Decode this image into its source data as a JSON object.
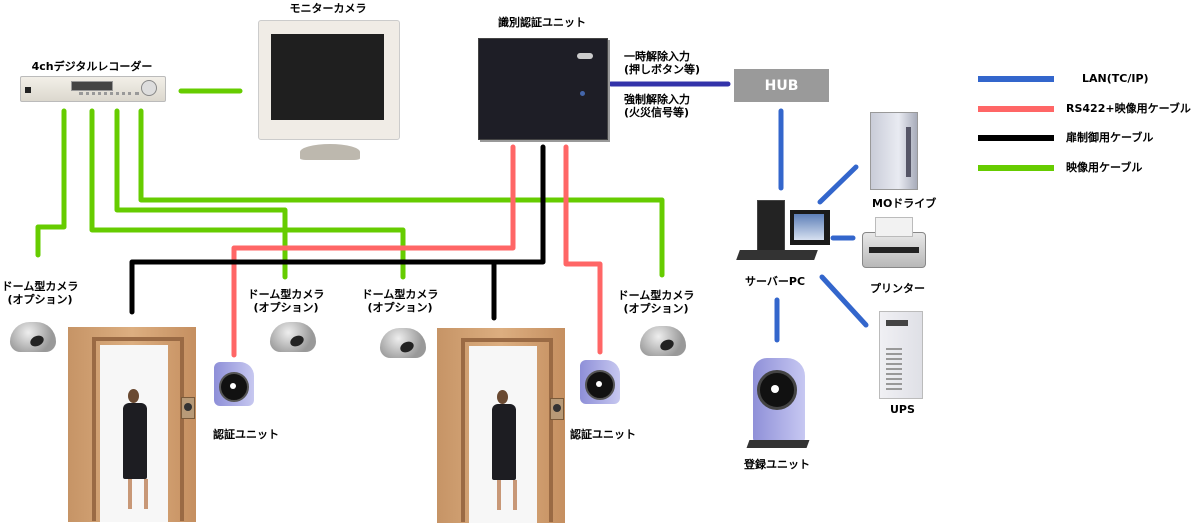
{
  "devices": {
    "dvr": "4chデジタルレコーダー",
    "monitor": "モニターカメラ",
    "auth_controller": "識別認証ユニット",
    "hub": "HUB",
    "server_pc": "サーバーPC",
    "mo_drive": "MOドライブ",
    "printer": "プリンター",
    "ups": "UPS",
    "registration_unit": "登録ユニット"
  },
  "inputs": {
    "temporary_release": [
      "一時解除入力",
      "(押しボタン等)"
    ],
    "forced_release": [
      "強制解除入力",
      "(火災信号等)"
    ]
  },
  "dome_cameras": [
    {
      "line1": "ドーム型カメラ",
      "line2": "(オプション)"
    },
    {
      "line1": "ドーム型カメラ",
      "line2": "(オプション)"
    },
    {
      "line1": "ドーム型カメラ",
      "line2": "(オプション)"
    },
    {
      "line1": "ドーム型カメラ",
      "line2": "(オプション)"
    }
  ],
  "auth_terminals": [
    {
      "label": "認証ユニット"
    },
    {
      "label": "認証ユニット"
    }
  ],
  "legend": [
    {
      "label": "LAN(TC/IP)",
      "color": "#3366cc"
    },
    {
      "label": "RS422+映像用ケーブル",
      "color": "#ff6666"
    },
    {
      "label": "扉制御用ケーブル",
      "color": "#000000"
    },
    {
      "label": "映像用ケーブル",
      "color": "#66cc00"
    }
  ],
  "colors": {
    "lan": "#3366cc",
    "rs422": "#ff6666",
    "door": "#000000",
    "video": "#66cc00",
    "contact_input": "#3333aa"
  }
}
